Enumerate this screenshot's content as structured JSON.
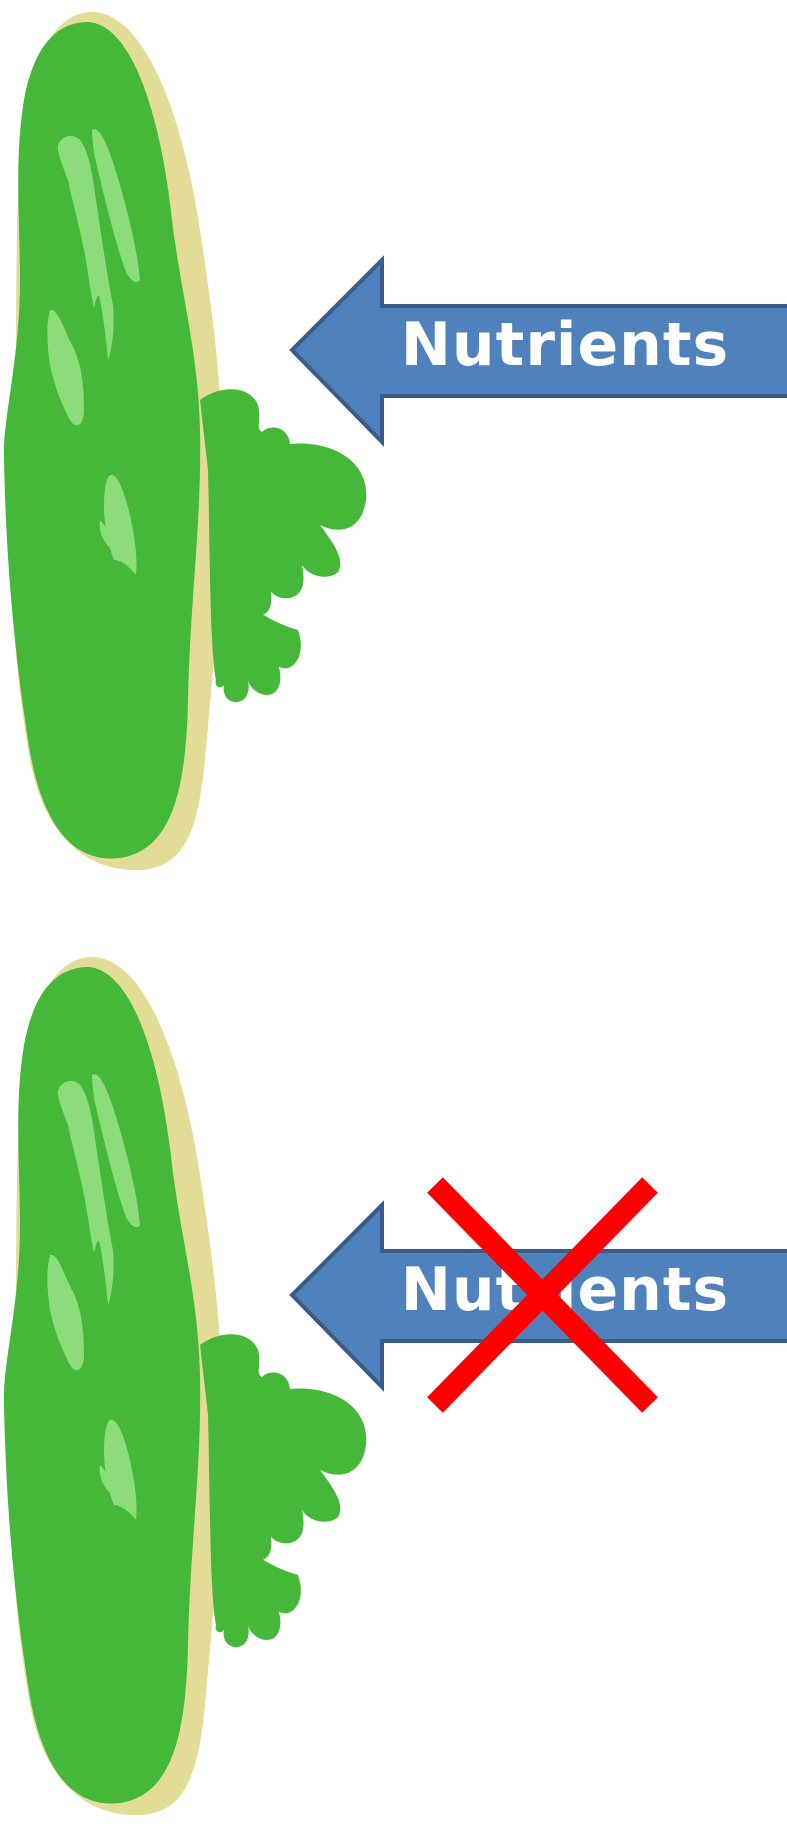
{
  "panels": [
    {
      "id": "with-nutrients",
      "arrow_label": "Nutrients",
      "blocked": false
    },
    {
      "id": "nutrients-blocked",
      "arrow_label": "Nutrients",
      "blocked": true
    }
  ],
  "colors": {
    "cell_rim": "#e3dc96",
    "cell_body": "#45b739",
    "cell_highlight": "#8ddc7c",
    "arrow_fill": "#4f81bd",
    "arrow_stroke": "#385d8a",
    "label_text": "#ffffff",
    "cross": "#ff0000"
  },
  "icons": {
    "cell": "green-cell-icon",
    "arrow": "left-arrow-icon",
    "cross": "red-x-icon"
  }
}
